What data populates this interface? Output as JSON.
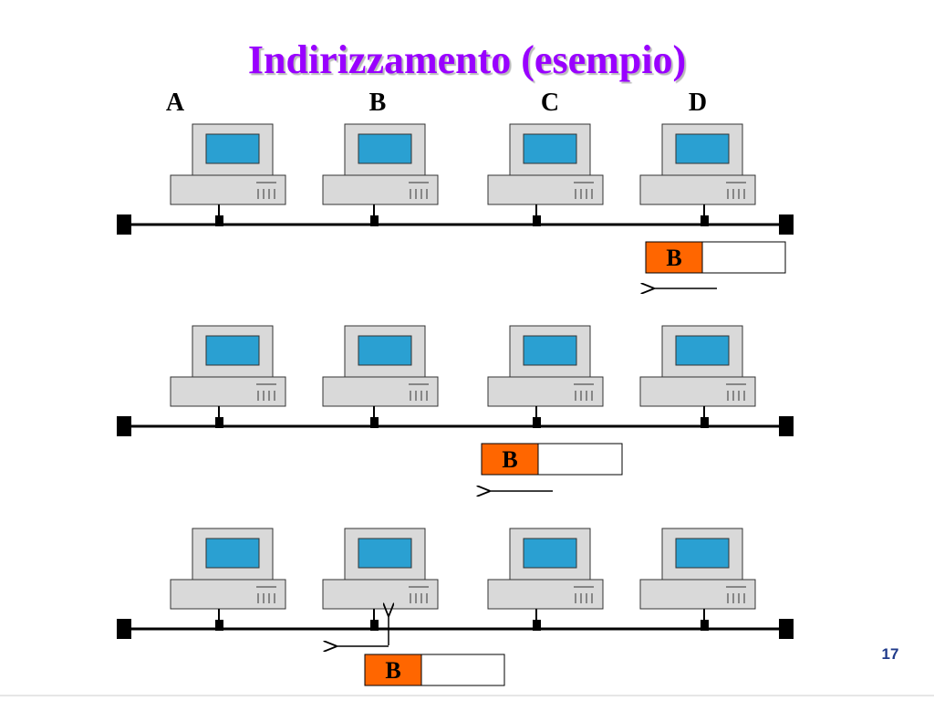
{
  "slide": {
    "title": "Indirizzamento (esempio)",
    "page_number": "17"
  },
  "stations": [
    "A",
    "B",
    "C",
    "D"
  ],
  "frame": {
    "destination_label": "B"
  },
  "colors": {
    "title": "#9900ff",
    "header_fill": "#ff6600",
    "screen": "#2aa0d2",
    "computer_body": "#d9d9d9",
    "bus": "#000000",
    "page_number": "#1f3a8a"
  },
  "steps": [
    {
      "frame_near_station": "D",
      "direction": "left"
    },
    {
      "frame_near_station": "C",
      "direction": "left"
    },
    {
      "frame_near_station": "B",
      "direction": "left",
      "received_by": "B"
    }
  ]
}
